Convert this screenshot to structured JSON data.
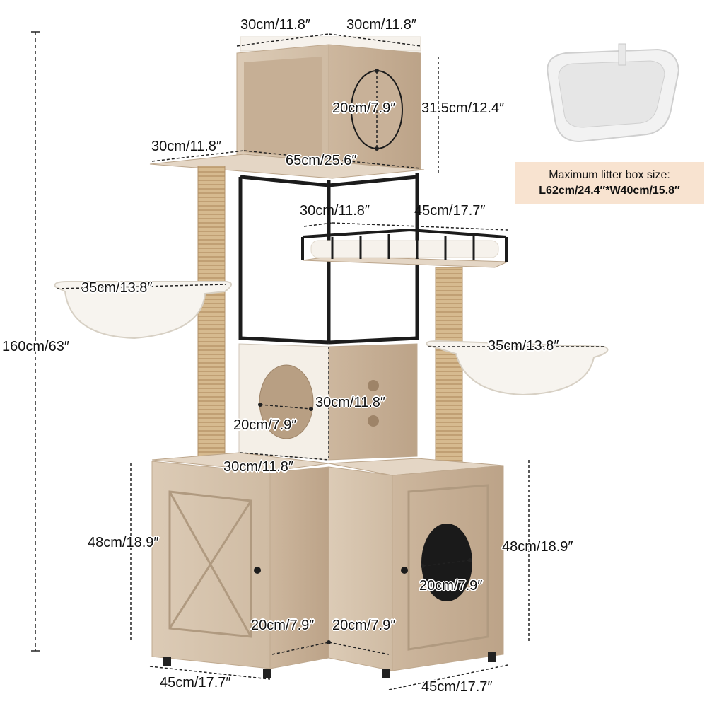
{
  "labels": {
    "top_width_left": "30cm/11.8″",
    "top_width_right": "30cm/11.8″",
    "top_box_height": "31.5cm/12.4″",
    "top_hole": "20cm/7.9″",
    "platform_depth": "30cm/11.8″",
    "platform_width": "65cm/25.6″",
    "perch_depth": "30cm/11.8″",
    "perch_width": "45cm/17.7″",
    "hammock_left": "35cm/13.8″",
    "hammock_right": "35cm/13.8″",
    "total_height": "160cm/63″",
    "condo_hole": "20cm/7.9″",
    "condo_height": "30cm/11.8″",
    "condo_depth": "30cm/11.8″",
    "cabinet_height_left": "48cm/18.9″",
    "cabinet_height_right": "48cm/18.9″",
    "cabinet_hole": "20cm/7.9″",
    "notch_left": "20cm/7.9″",
    "notch_right": "20cm/7.9″",
    "base_left": "45cm/17.7″",
    "base_right": "45cm/17.7″"
  },
  "litter_box": {
    "title": "Maximum litter box size:",
    "size": "L62cm/24.4″*W40cm/15.8″"
  },
  "colors": {
    "wood": "#d9c6b0",
    "wood_dark": "#c4ae96",
    "sisal": "#d2b489",
    "frame": "#1c1c1c",
    "cushion": "#f5f1ea",
    "info_bg": "#f8e3d0"
  }
}
